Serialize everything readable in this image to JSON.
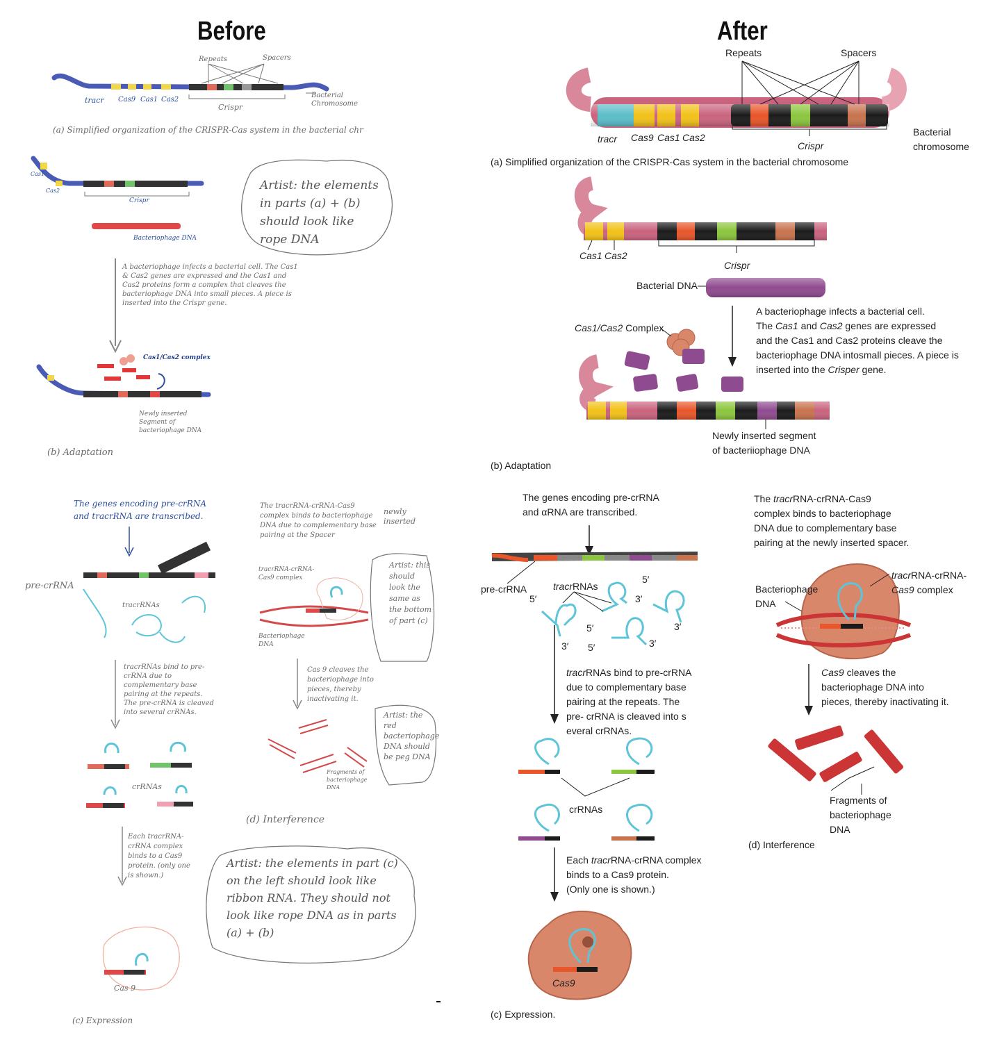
{
  "headings": {
    "before": "Before",
    "after": "After"
  },
  "before": {
    "a_labels": [
      "Repeats",
      "Spacers",
      "tracr",
      "Cas9",
      "Cas1",
      "Cas2",
      "Crispr",
      "Bacterial Chromosome"
    ],
    "a_caption": "(a) Simplified organization of the CRISPR-Cas system in the bacterial chr",
    "b_cas1": "Cas1",
    "b_cas2": "Cas2",
    "b_crispr": "Crispr",
    "b_phage": "Bacteriophage DNA",
    "b_note": "Artist: the elements in parts (a) + (b) should look like rope DNA",
    "b_text": "A bacteriophage infects a bacterial cell. The Cas1 & Cas2 genes are expressed and the Cas1 and Cas2 proteins form a complex that cleaves the bacteriophage DNA into small pieces. A piece is inserted into the Crispr gene.",
    "b_complex": "Cas1/Cas2 complex",
    "b_inserted": "Newly inserted Segment of bacteriophage DNA",
    "b_caption": "(b) Adaptation",
    "c_top": "The genes encoding pre-crRNA and tracrRNA are transcribed.",
    "c_pre": "pre-crRNA",
    "c_tracr": "tracrRNAs",
    "c_bind": "tracrRNAs bind to pre-crRNA due to complementary base pairing at the repeats. The pre-crRNA is cleaved into several crRNAs.",
    "c_crrnas": "crRNAs",
    "c_each": "Each tracrRNA-crRNA complex binds to a Cas9 protein. (only one is shown.)",
    "c_cas9": "Cas 9",
    "c_caption": "(c) Expression",
    "d_top": "The tracrRNA-crRNA-Cas9 complex binds to bacteriophage DNA due to complementary base pairing at the Spacer",
    "d_newly": "newly inserted",
    "d_complex": "tracrRNA-crRNA-Cas9 complex",
    "d_artist1": "Artist: this should look the same as the bottom of part (c)",
    "d_phage": "Bacteriophage DNA",
    "d_cleave": "Cas 9 cleaves the bacteriophage into pieces, thereby inactivating it.",
    "d_artist2": "Artist: the red bacteriophage DNA should be peg DNA",
    "d_frag": "Fragments of bacteriophage DNA",
    "d_caption": "(d) Interference",
    "c_note": "Artist: the elements in part (c) on the left should look like ribbon RNA. They should not look like rope DNA as in parts (a) + (b)",
    "dash": "-"
  },
  "after": {
    "a": {
      "repeats": "Repeats",
      "spacers": "Spacers",
      "tracr": "tracr",
      "cas9": "Cas9",
      "cas1": "Cas1",
      "cas2": "Cas2",
      "crispr": "Crispr",
      "chromosome_1": "Bacterial",
      "chromosome_2": "chromosome",
      "caption": "(a) Simplified organization of the CRISPR-Cas system in the bacterial chromosome"
    },
    "b": {
      "cas1": "Cas1",
      "cas2": "Cas2",
      "crispr": "Crispr",
      "bacterial_dna": "Bacterial DNA",
      "text_1": "A bacteriophage infects a bacterial cell.",
      "text_2a": "The ",
      "text_2b": "Cas1",
      "text_2c": " and ",
      "text_2d": "Cas2",
      "text_2e": " genes are expressed",
      "text_3": "and the Cas1 and Cas2 proteins cleave the",
      "text_4": "bacteriophage DNA intosmall pieces. A piece is",
      "text_5a": "inserted into the ",
      "text_5b": "Crisper",
      "text_5c": " gene.",
      "complex_a": "Cas1/Cas2",
      "complex_b": " Complex",
      "inserted_1": "Newly inserted segment",
      "inserted_2": "of bacteriiophage DNA",
      "caption": "(b) Adaptation"
    },
    "c": {
      "top_1": "The genes encoding pre-crRNA",
      "top_2": "and αRNA are transcribed.",
      "pre": "pre-crRNA",
      "tracr_a": "tracr",
      "tracr_b": "RNAs",
      "bind_1a": "tracr",
      "bind_1b": "RNAs bind to pre-crRNA",
      "bind_2": "due to complementary base",
      "bind_3": "pairing at the repeats. The",
      "bind_4": "pre- crRNA is cleaved into s",
      "bind_5": "everal crRNAs.",
      "crrnas": "crRNAs",
      "each_1a": "Each ",
      "each_1b": "tracr",
      "each_1c": "RNA-crRNA complex",
      "each_2": "binds to a Cas9 protein.",
      "each_3": "(Only one is shown.)",
      "cas9": "Cas9",
      "caption": "(c) Expression.",
      "ends": {
        "five": "5′",
        "three": "3′"
      }
    },
    "d": {
      "top_1a": "The ",
      "top_1b": "tracr",
      "top_1c": "RNA-crRNA-Cas9",
      "top_2": "complex binds to bacteriophage",
      "top_3": "DNA due to complementary base",
      "top_4": "pairing at the newly inserted spacer.",
      "phage_1": "Bacteriophage",
      "phage_2": "DNA",
      "complex_1a": "tracr",
      "complex_1b": "RNA-crRNA-",
      "complex_2a": "Cas9",
      "complex_2b": " complex",
      "cleave_1a": "Cas9",
      "cleave_1b": " cleaves the",
      "cleave_2": "bacteriophage DNA into",
      "cleave_3": "pieces, thereby inactivating it.",
      "frag_1": "Fragments of",
      "frag_2": "bacteriophage",
      "frag_3": "DNA",
      "caption": "(d) Interference"
    }
  },
  "colors": {
    "pink": "#c9637e",
    "teal": "#5bbdc9",
    "yellow": "#f2c219",
    "black": "#1b1b1b",
    "orange": "#e8562a",
    "green": "#8cc63e",
    "brown": "#c8734d",
    "purple": "#8f4b8f",
    "rna": "#5ec4d8",
    "protein": "#d8876a",
    "phage_red": "#cc3535"
  }
}
